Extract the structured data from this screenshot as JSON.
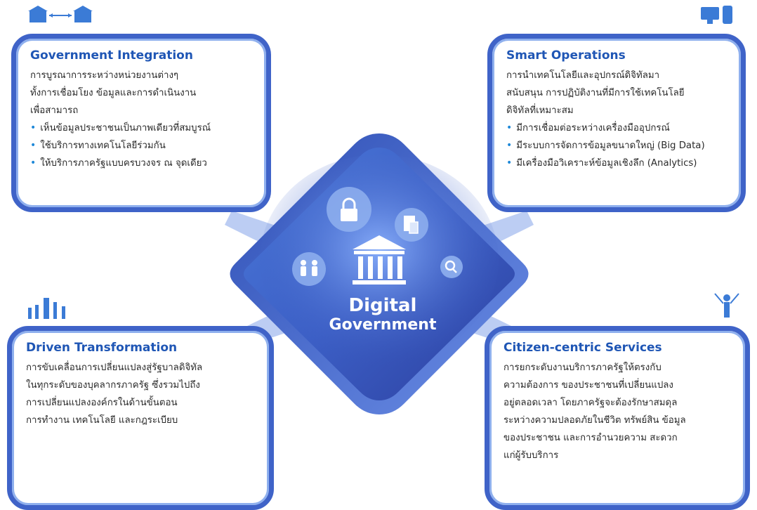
{
  "center": {
    "line1": "Digital",
    "line2": "Government"
  },
  "cards": {
    "top_left": {
      "title": "Government Integration",
      "lines": [
        "การบูรณาการระหว่างหน่วยงานต่างๆ",
        "ทั้งการเชื่อมโยง ข้อมูลและการดำเนินงาน",
        "เพื่อสามารถ"
      ],
      "bullets": [
        "เห็นข้อมูลประชาชนเป็นภาพเดียวที่สมบูรณ์",
        "ใช้บริการทางเทคโนโลยีร่วมกัน",
        "ให้บริการภาครัฐแบบครบวงจร ณ จุดเดียว"
      ]
    },
    "top_right": {
      "title": "Smart Operations",
      "lines": [
        "การนำเทคโนโลยีและอุปกรณ์ดิจิทัลมา",
        "สนับสนุน การปฏิบัติงานที่มีการใช้เทคโนโลยี",
        "ดิจิทัลที่เหมาะสม"
      ],
      "bullets": [
        "มีการเชื่อมต่อระหว่างเครื่องมืออุปกรณ์",
        "มีระบบการจัดการข้อมูลขนาดใหญ่ (Big Data)",
        "มีเครื่องมือวิเคราะห์ข้อมูลเชิงลึก (Analytics)"
      ]
    },
    "bottom_left": {
      "title": "Driven Transformation",
      "lines": [
        "การขับเคลื่อนการเปลี่ยนแปลงสู่รัฐบาลดิจิทัล",
        "ในทุกระดับของบุคลากรภาครัฐ ซึ่งรวมไปถึง",
        "การเปลี่ยนแปลงองค์กรในด้านขั้นตอน",
        "การทำงาน เทคโนโลยี และกฎระเบียบ"
      ]
    },
    "bottom_right": {
      "title": "Citizen-centric Services",
      "lines": [
        "การยกระดับงานบริการภาครัฐให้ตรงกับ",
        "ความต้องการ ของประชาชนที่เปลี่ยนแปลง",
        "อยู่ตลอดเวลา โดยภาครัฐจะต้องรักษาสมดุล",
        "ระหว่างความปลอดภัยในชีวิต ทรัพย์สิน ข้อมูล",
        "ของประชาชน และการอำนวยความ สะดวก",
        "แก่ผู้รับบริการ"
      ]
    }
  },
  "colors": {
    "accent": "#3f63c8",
    "title": "#1f56b5",
    "bullet": "#1e88d8",
    "diamond_dark": "#3550b8",
    "diamond_light": "#5f8fe0"
  },
  "icons": [
    "building-exchange-icon",
    "computer-phone-icon",
    "people-growth-icon",
    "person-network-icon",
    "lock-icon",
    "document-icon",
    "search-icon",
    "people-icon",
    "government-building-icon"
  ]
}
